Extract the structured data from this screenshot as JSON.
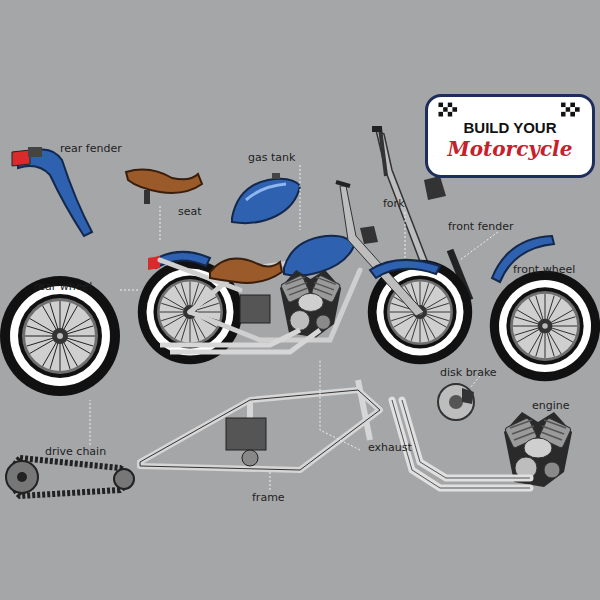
{
  "diagram": {
    "nodes": [
      {
        "text": [
          "BUILD YOUR",
          "Motorcycle"
        ]
      }
    ],
    "edges": [],
    "labels": [
      "rear fender",
      "seat",
      "gas tank",
      "fork",
      "front fender",
      "rear wheel",
      "front wheel",
      "disk brake",
      "engine",
      "drive chain",
      "exhaust",
      "frame"
    ]
  }
}
